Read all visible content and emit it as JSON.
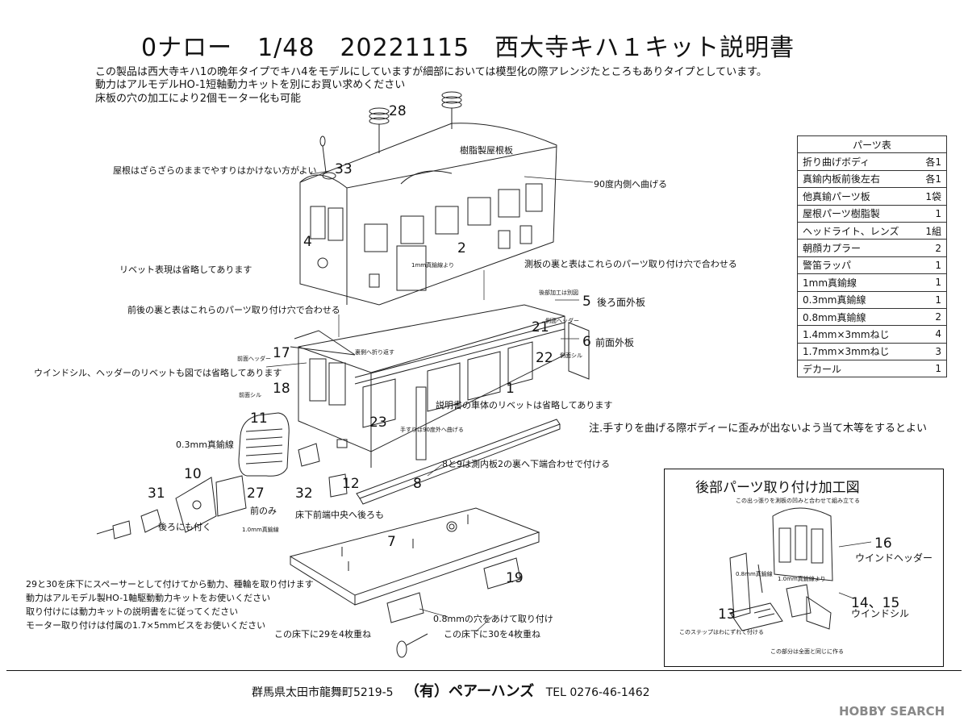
{
  "title": "0ナロー　1/48　20221115　西大寺キハ１キット説明書",
  "intro": [
    "この製品は西大寺キハ1の晩年タイプでキハ4をモデルにしていますが細部においては模型化の際アレンジたところもありタイプとしています。",
    "動力はアルモデルHO-1短軸動力キットを別にお買い求めください",
    "床板の穴の加工により2個モーター化も可能"
  ],
  "notes": {
    "roof": "屋根はざらざらのままでやすりはかけない方がよい",
    "resin_roof": "樹脂製屋根板",
    "bend90": "90度内側へ曲げる",
    "rivet": "リベット表現は省略してあります",
    "side_holes": "測板の裏と表はこれらのパーツ取り付け穴で合わせる",
    "front_rear_holes": "前後の裏と表はこれらのパーツ取り付け穴で合わせる",
    "window_sill": "ウインドシル、ヘッダーのリベットも図では省略してあります",
    "body_rivet": "説明書の車体のリベットは省略してあります",
    "caution": "注.手すりを曲げる際ボディーに歪みが出ないよう当て木等をするとよい",
    "wire03": "0.3mm真鍮線",
    "parts8_9": "8と9は測内板2の裏へ下端合わせで付ける",
    "front_only": "前のみ",
    "rear_too": "後ろにも付く",
    "underfloor_front": "床下前端中央へ後ろも",
    "spacer": [
      "29と30を床下にスペーサーとして付けてから動力、種輪を取り付けます",
      "動力はアルモデル製HO-1軸駆動動力キットをお使いください",
      "取り付けには動力キットの説明書をに従ってください",
      "モーター取り付けは付属の1.7×5mmビスをお使いください"
    ],
    "hole08": "0.8mmの穴をあけて取り付け",
    "stack29": "この床下に29を4枚重ね",
    "stack30": "この床下に30を4枚重ね",
    "rear_outer": "後ろ面外板",
    "front_outer": "前面外板",
    "rear_process": "後部加工は別図",
    "side_header": "側面ヘッダー",
    "side_sill": "側面シル",
    "front_header": "前面ヘッダー",
    "front_sill": "前面シル",
    "fold_in": "裏側へ折り返す",
    "handrail_bend": "手すりは90度外へ曲げる",
    "handrail_bend2": "1mm真鍮線より",
    "wire1mm": "1.0mm真鍮線"
  },
  "part_numbers": [
    "28",
    "33",
    "4",
    "2",
    "5",
    "21",
    "6",
    "22",
    "17",
    "18",
    "1",
    "11",
    "23",
    "10",
    "31",
    "27",
    "32",
    "12",
    "8",
    "7",
    "19"
  ],
  "parts_table": {
    "caption": "パーツ表",
    "rows": [
      [
        "折り曲げボディ",
        "各1"
      ],
      [
        "真鍮内板前後左右",
        "各1"
      ],
      [
        "他真鍮パーツ板",
        "1袋"
      ],
      [
        "屋根パーツ樹脂製",
        "1"
      ],
      [
        "ヘッドライト、レンズ",
        "1組"
      ],
      [
        "朝顔カプラー",
        "2"
      ],
      [
        "警笛ラッパ",
        "1"
      ],
      [
        "1mm真鍮線",
        "1"
      ],
      [
        "0.3mm真鍮線",
        "1"
      ],
      [
        "0.8mm真鍮線",
        "2"
      ],
      [
        "1.4mm×3mmねじ",
        "4"
      ],
      [
        "1.7mm×3mmねじ",
        "3"
      ],
      [
        "デカール",
        "1"
      ]
    ]
  },
  "inset": {
    "title": "後部パーツ取り付け加工図",
    "n16": "16",
    "l16": "ウインドヘッダー",
    "n14": "14、15",
    "l14": "ウインドシル",
    "n13": "13",
    "step_note": "このステップはわにずれて付ける",
    "bottom_note": "この部分は全面と同じに作る",
    "top_note": "この出っ張りを測板の凹みと合わせて組み立てる",
    "wire08": "0.8mm真鍮線",
    "wire1": "1.0mm真鍮線より"
  },
  "footer": {
    "address": "群馬県太田市龍舞町5219-5",
    "company": "（有）ペアーハンズ",
    "tel": "TEL 0276-46-1462"
  },
  "watermark": "HOBBY SEARCH"
}
